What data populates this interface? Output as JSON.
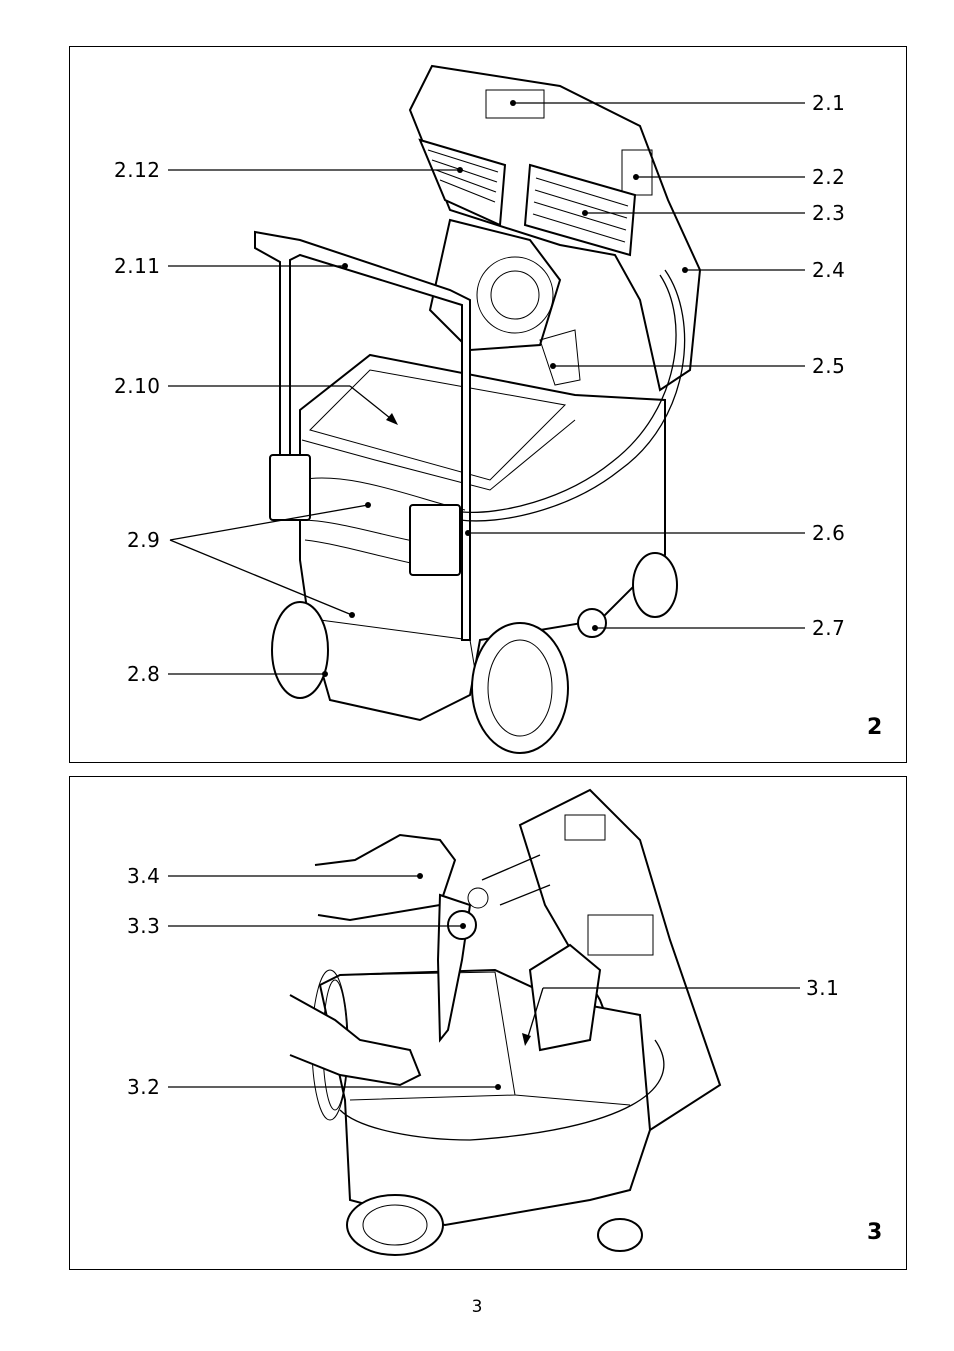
{
  "figure2": {
    "number": "2",
    "labels": {
      "l2_1": "2.1",
      "l2_2": "2.2",
      "l2_3": "2.3",
      "l2_4": "2.4",
      "l2_5": "2.5",
      "l2_6": "2.6",
      "l2_7": "2.7",
      "l2_8": "2.8",
      "l2_9": "2.9",
      "l2_10": "2.10",
      "l2_11": "2.11",
      "l2_12": "2.12"
    }
  },
  "figure3": {
    "number": "3",
    "labels": {
      "l3_1": "3.1",
      "l3_2": "3.2",
      "l3_3": "3.3",
      "l3_4": "3.4"
    }
  },
  "page_number": "3"
}
